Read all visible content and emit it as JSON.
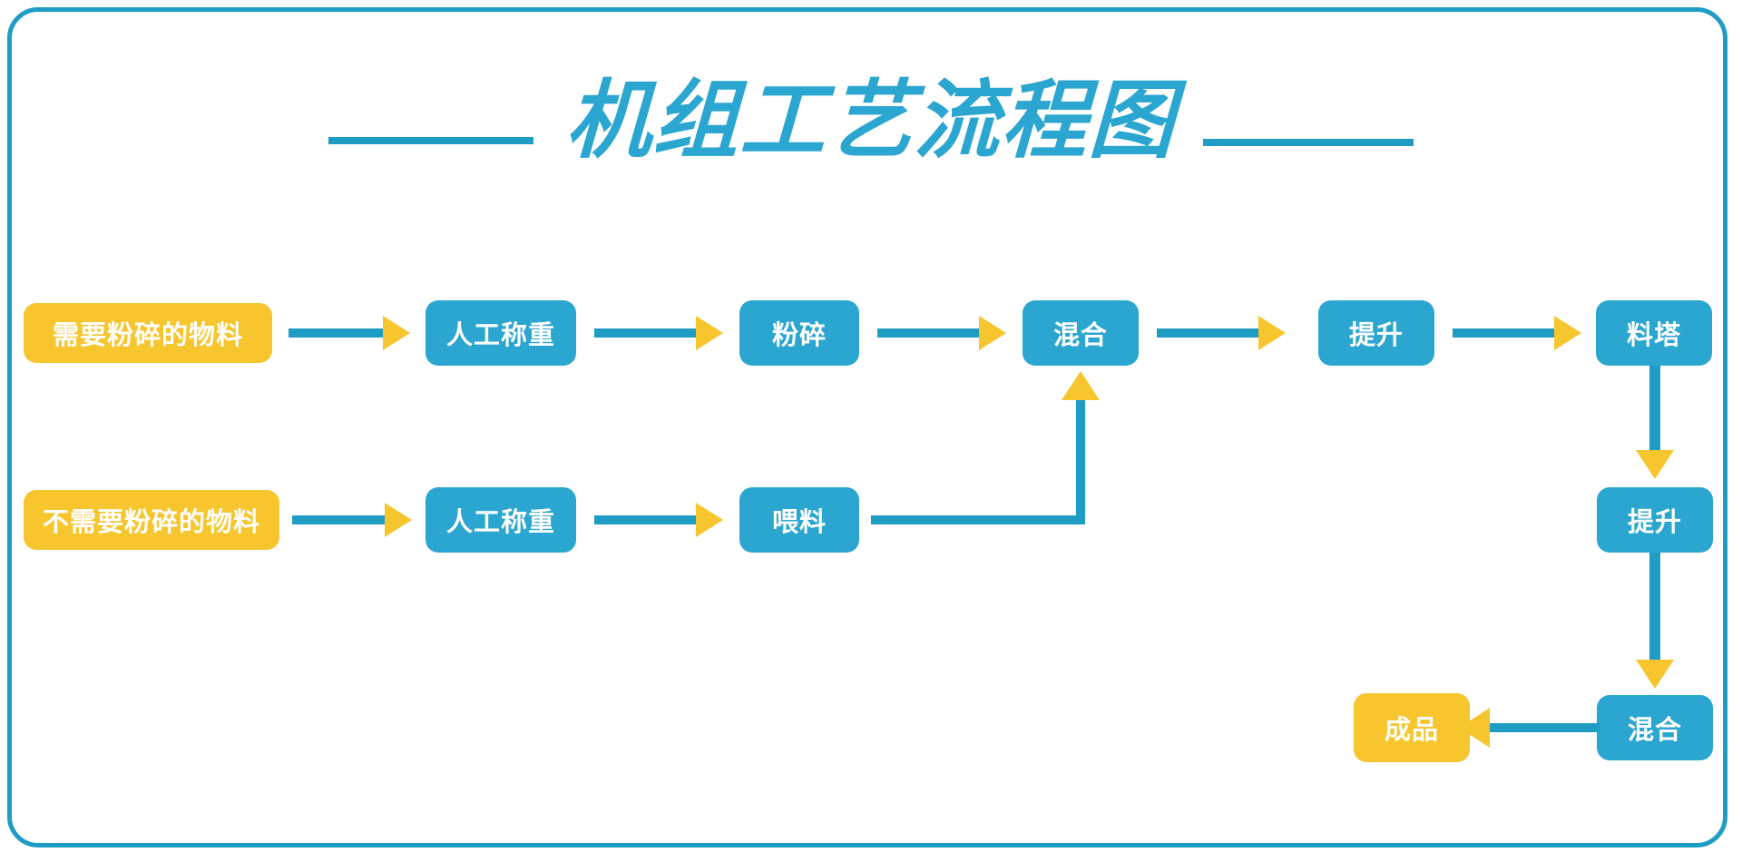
{
  "page": {
    "title": "机组工艺流程图",
    "frame_color": "#1f9cc4",
    "background": "#ffffff"
  },
  "theme": {
    "blue": "#2ba6d0",
    "line_blue": "#1f9cc4",
    "yellow": "#f7c52e",
    "text_on_node": "#ffffff"
  },
  "flowchart": {
    "type": "process-flow-diagram",
    "nodes": [
      {
        "id": "n1",
        "label": "需要粉碎的物料",
        "color": "yellow",
        "row": 1
      },
      {
        "id": "n2",
        "label": "人工称重",
        "color": "blue",
        "row": 1
      },
      {
        "id": "n3",
        "label": "粉碎",
        "color": "blue",
        "row": 1
      },
      {
        "id": "n4",
        "label": "混合",
        "color": "blue",
        "row": 1
      },
      {
        "id": "n5",
        "label": "提升",
        "color": "blue",
        "row": 1
      },
      {
        "id": "n6",
        "label": "料塔",
        "color": "blue",
        "row": 1
      },
      {
        "id": "n7",
        "label": "不需要粉碎的物料",
        "color": "yellow",
        "row": 2
      },
      {
        "id": "n8",
        "label": "人工称重",
        "color": "blue",
        "row": 2
      },
      {
        "id": "n9",
        "label": "喂料",
        "color": "blue",
        "row": 2
      },
      {
        "id": "n10",
        "label": "提升",
        "color": "blue",
        "row": 3
      },
      {
        "id": "n11",
        "label": "混合",
        "color": "blue",
        "row": 4
      },
      {
        "id": "n12",
        "label": "成品",
        "color": "yellow",
        "row": 4
      }
    ],
    "edges": [
      {
        "from": "n1",
        "to": "n2",
        "direction": "right"
      },
      {
        "from": "n2",
        "to": "n3",
        "direction": "right"
      },
      {
        "from": "n3",
        "to": "n4",
        "direction": "right"
      },
      {
        "from": "n4",
        "to": "n5",
        "direction": "right"
      },
      {
        "from": "n5",
        "to": "n6",
        "direction": "right"
      },
      {
        "from": "n7",
        "to": "n8",
        "direction": "right"
      },
      {
        "from": "n8",
        "to": "n9",
        "direction": "right"
      },
      {
        "from": "n9",
        "to": "n4",
        "direction": "up",
        "style": "elbow"
      },
      {
        "from": "n6",
        "to": "n10",
        "direction": "down"
      },
      {
        "from": "n10",
        "to": "n11",
        "direction": "down"
      },
      {
        "from": "n11",
        "to": "n12",
        "direction": "left"
      }
    ]
  }
}
